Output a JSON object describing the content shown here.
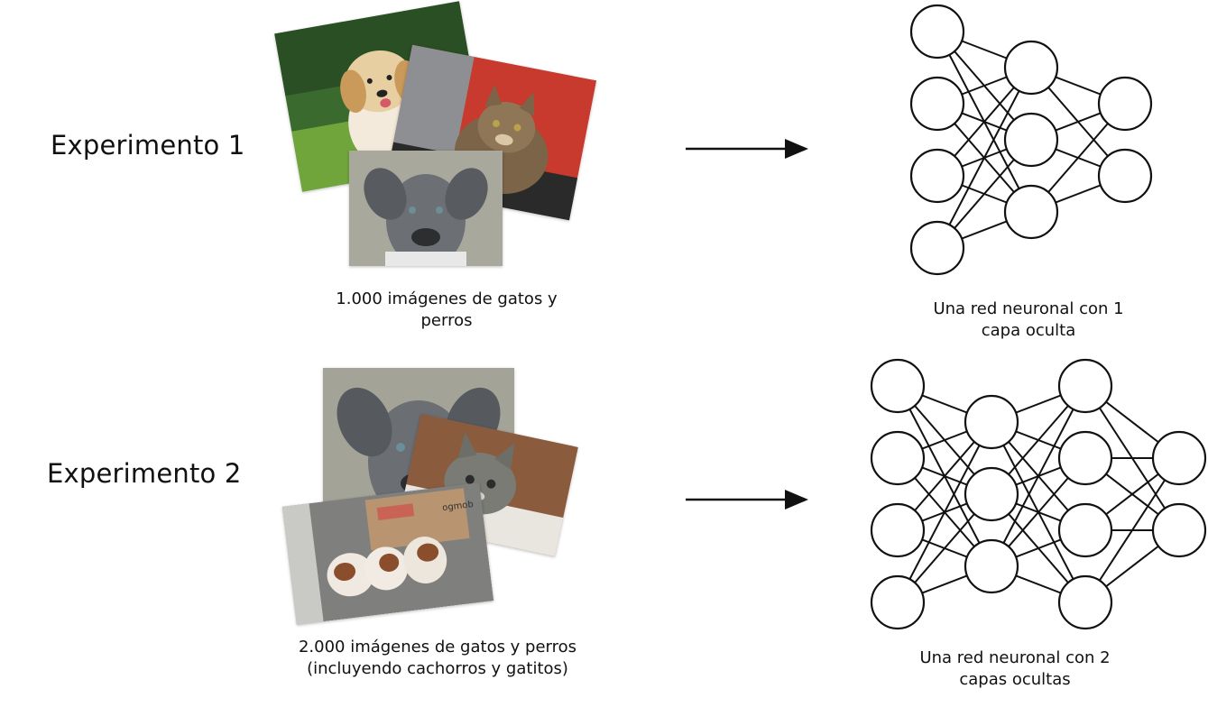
{
  "experiment1": {
    "label": "Experimento 1",
    "caption_line1": "1.000 imágenes de gatos y",
    "caption_line2": "perros",
    "network_caption_line1": "Una red neuronal con 1",
    "network_caption_line2": "capa oculta",
    "layers": [
      4,
      3,
      2
    ],
    "photos": [
      "golden-retriever-puppy",
      "tabby-cat",
      "grey-pitbull-puppy"
    ]
  },
  "experiment2": {
    "label": "Experimento 2",
    "caption_line1": "2.000 imágenes de gatos y perros",
    "caption_line2": "(incluyendo cachorros y gatitos)",
    "network_caption_line1": "Una red neuronal con 2",
    "network_caption_line2": "capas ocultas",
    "layers": [
      4,
      3,
      4,
      2
    ],
    "photos": [
      "grey-pitbull-puppy",
      "grey-kitten",
      "three-puppies"
    ]
  },
  "box_print": "ogmob"
}
